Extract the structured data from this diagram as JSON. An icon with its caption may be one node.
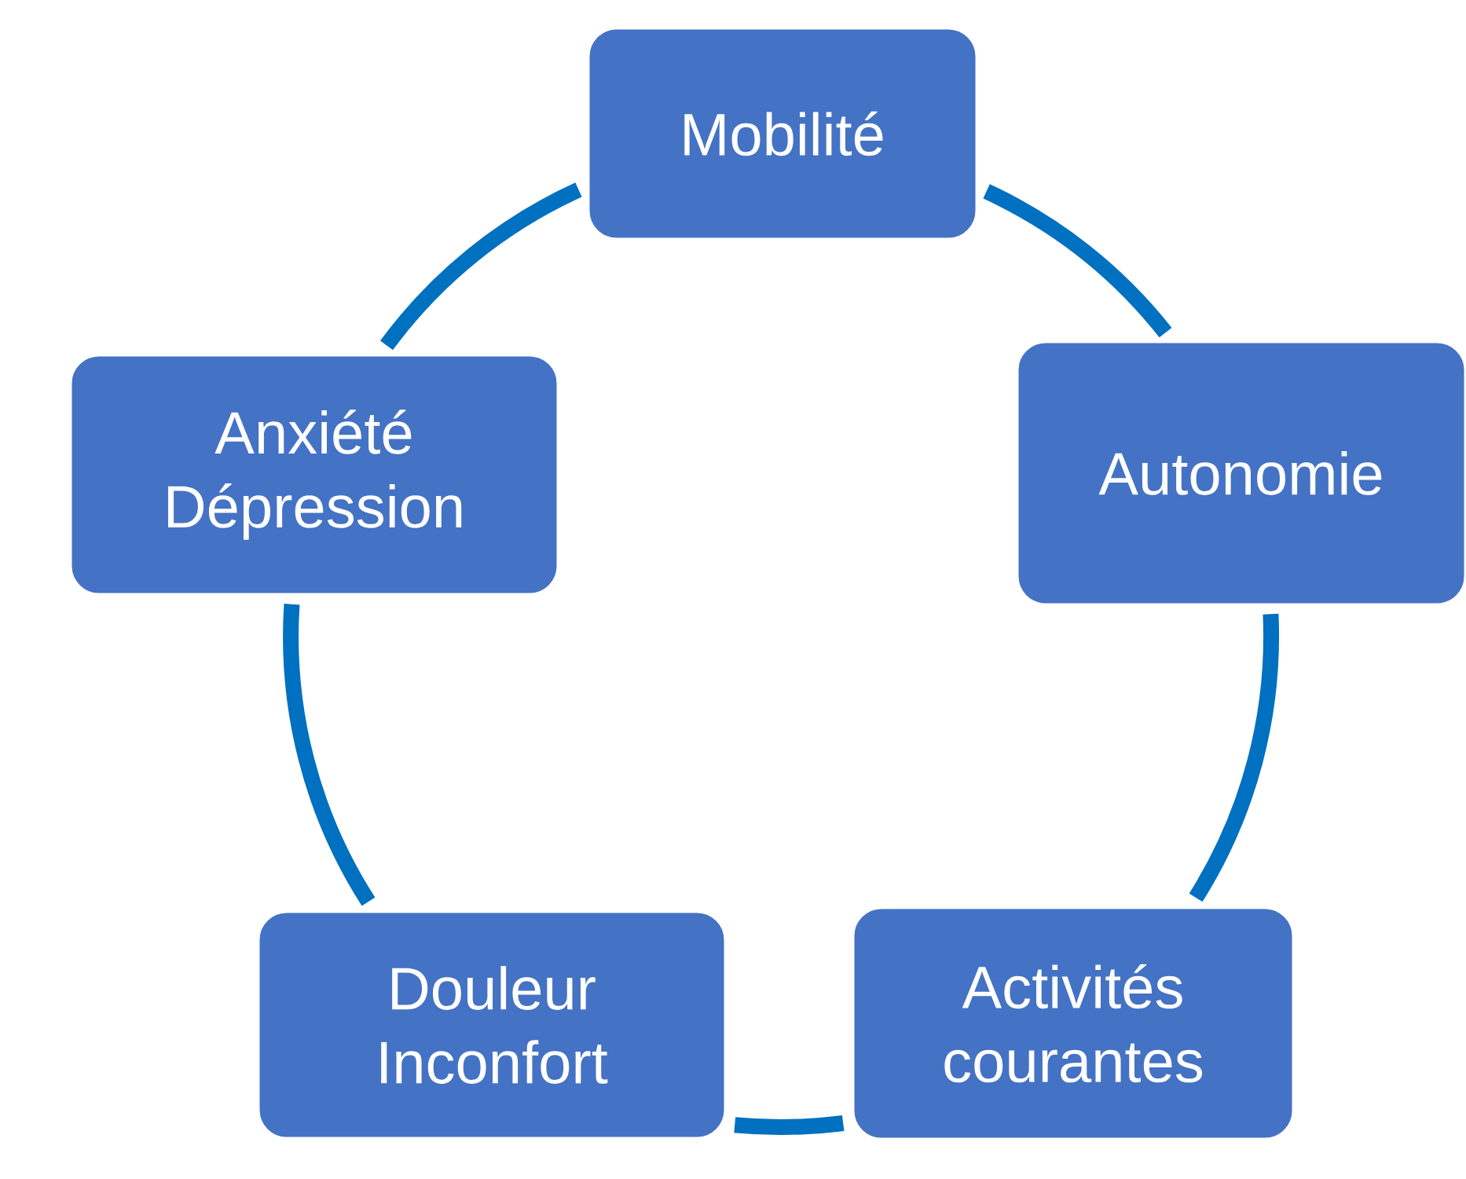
{
  "diagram": {
    "nodes": [
      {
        "text": [
          "Mobilité"
        ]
      },
      {
        "text": [
          "Autonomie"
        ]
      },
      {
        "text": [
          "Activités courantes"
        ]
      },
      {
        "text": [
          "Douleur Inconfort"
        ]
      },
      {
        "text": [
          "Anxiété Dépression"
        ]
      }
    ],
    "edges": [
      {
        "from": 0,
        "to": 1,
        "arrow": "none"
      },
      {
        "from": 1,
        "to": 2,
        "arrow": "none"
      },
      {
        "from": 2,
        "to": 3,
        "arrow": "none"
      },
      {
        "from": 3,
        "to": 4,
        "arrow": "none"
      },
      {
        "from": 4,
        "to": 0,
        "arrow": "none"
      }
    ]
  }
}
